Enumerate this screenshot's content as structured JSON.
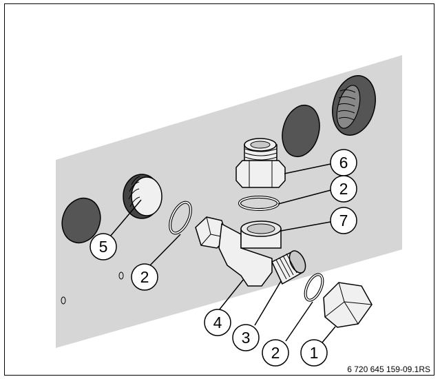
{
  "figure": {
    "callouts": [
      {
        "id": "c1",
        "label": "1"
      },
      {
        "id": "c2a",
        "label": "2"
      },
      {
        "id": "c2b",
        "label": "2"
      },
      {
        "id": "c2c",
        "label": "2"
      },
      {
        "id": "c3",
        "label": "3"
      },
      {
        "id": "c4",
        "label": "4"
      },
      {
        "id": "c5",
        "label": "5"
      },
      {
        "id": "c6",
        "label": "6"
      },
      {
        "id": "c7",
        "label": "7"
      }
    ],
    "figure_code": "6 720 645 159-09.1RS",
    "colors": {
      "panel": "#d6d6d6",
      "hole": "#555555",
      "metal_light": "#f0f0f0",
      "metal_mid": "#c8c8c8",
      "outline": "#000000"
    }
  }
}
